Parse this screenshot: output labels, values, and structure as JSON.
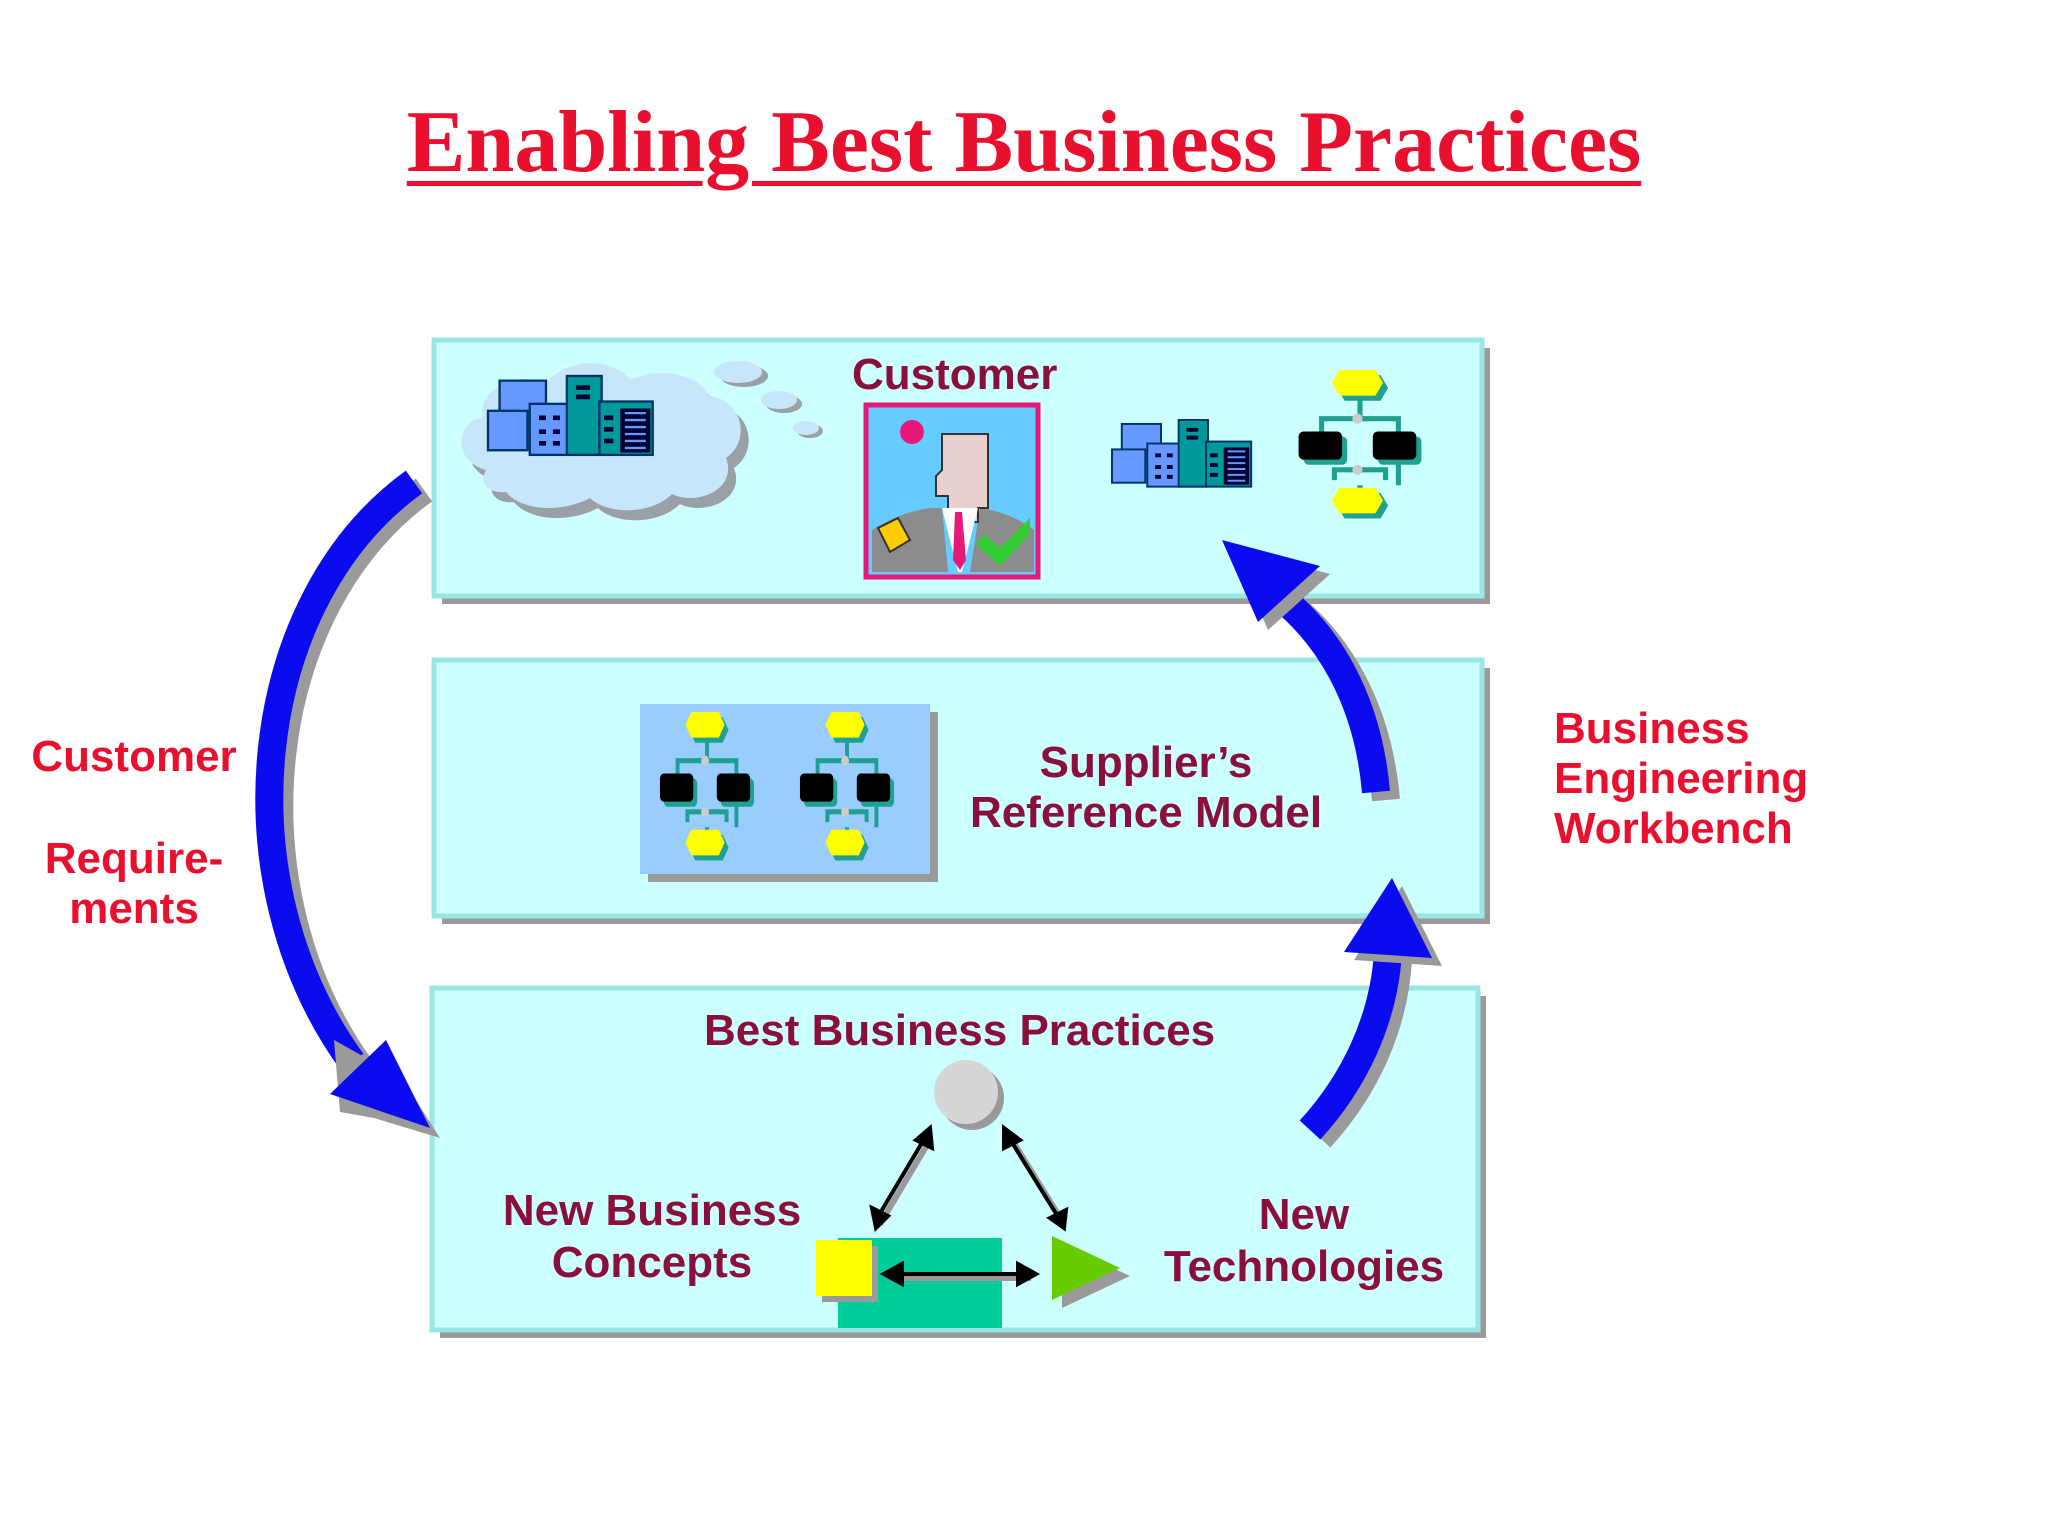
{
  "title": "Enabling Best Business Practices",
  "customer_panel": {
    "label": "Customer"
  },
  "reference_panel": {
    "label_line1": "Supplier’s",
    "label_line2": "Reference Model"
  },
  "practices_panel": {
    "label": "Best Business Practices",
    "concepts_line1": "New  Business",
    "concepts_line2": "Concepts",
    "tech_line1": "New",
    "tech_line2": "Technologies"
  },
  "left_label": {
    "line1": "Customer",
    "line2": "Require-",
    "line3": "ments"
  },
  "right_label": {
    "line1": "Business",
    "line2": "Engineering",
    "line3": "Workbench"
  },
  "colors": {
    "title_red": "#e8102e",
    "label_dark": "#8a0f3a",
    "panel_fill": "#ccffff",
    "panel_border": "#99e6e6",
    "arrow_blue": "#0b0bf0",
    "shape_yellow": "#ffff00",
    "shape_teal": "#00cc99",
    "shape_green": "#66cc00"
  }
}
